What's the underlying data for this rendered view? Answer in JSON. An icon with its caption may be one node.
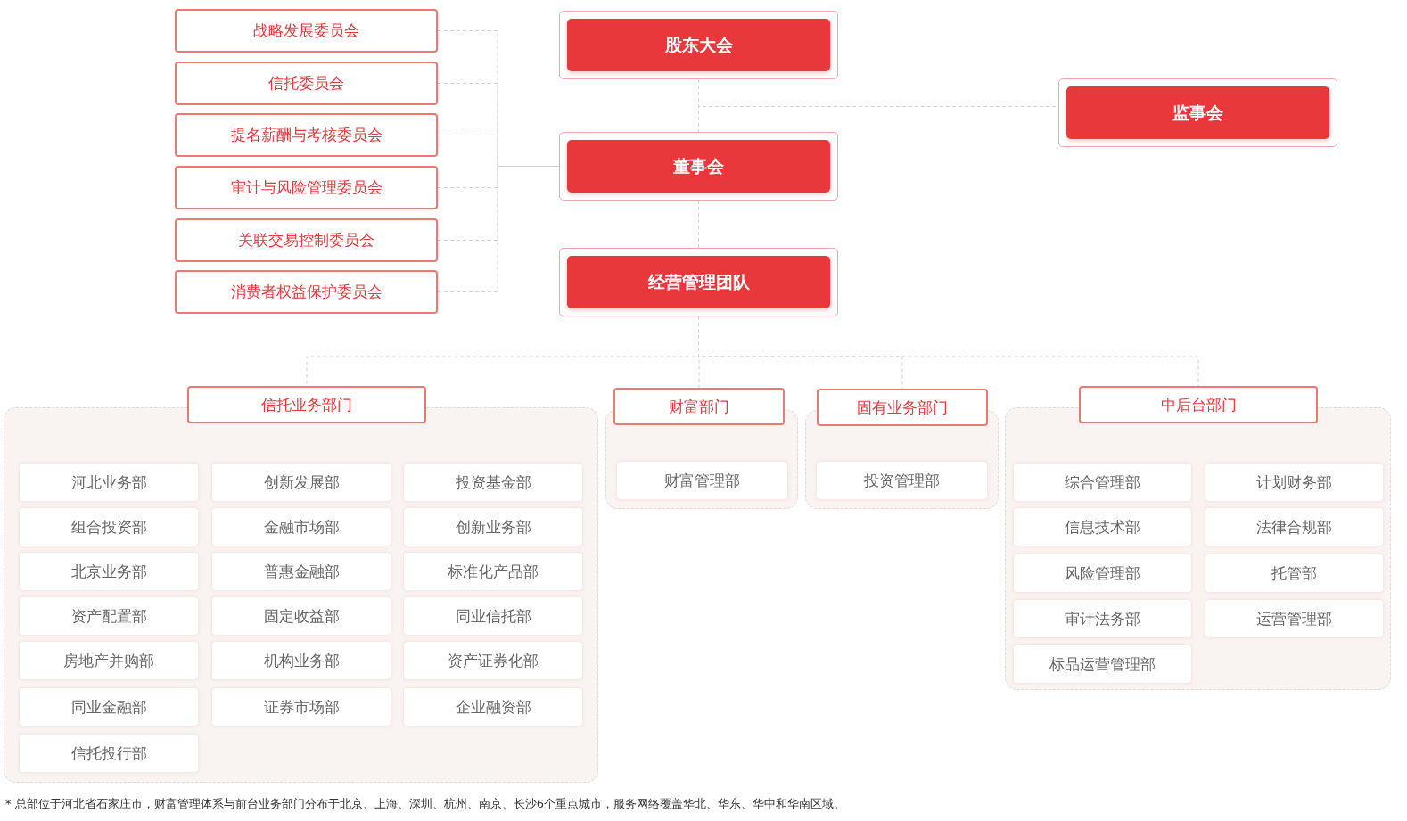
{
  "diagram": {
    "caption": "* 总部位于河北省石家庄市，财富管理体系与前台业务部门分布于北京、上海、深圳、杭州、南京、长沙6个重点城市，服务网络覆盖华北、华东、华中和华南区域。",
    "nodes": [
      {
        "text": [
          "股东大会"
        ]
      },
      {
        "text": [
          "董事会"
        ]
      },
      {
        "text": [
          "经营管理团队"
        ]
      },
      {
        "text": [
          "监事会"
        ]
      },
      {
        "text": [
          "战略发展委员会"
        ]
      },
      {
        "text": [
          "信托委员会"
        ]
      },
      {
        "text": [
          "提名薪酬与考核委员会"
        ]
      },
      {
        "text": [
          "审计与风险管理委员会"
        ]
      },
      {
        "text": [
          "关联交易控制委员会"
        ]
      },
      {
        "text": [
          "消费者权益保护委员会"
        ]
      },
      {
        "text": [
          "信托业务部门"
        ]
      },
      {
        "text": [
          "河北业务部"
        ],
        "in": 10
      },
      {
        "text": [
          "创新发展部"
        ],
        "in": 10
      },
      {
        "text": [
          "投资基金部"
        ],
        "in": 10
      },
      {
        "text": [
          "组合投资部"
        ],
        "in": 10
      },
      {
        "text": [
          "金融市场部"
        ],
        "in": 10
      },
      {
        "text": [
          "创新业务部"
        ],
        "in": 10
      },
      {
        "text": [
          "北京业务部"
        ],
        "in": 10
      },
      {
        "text": [
          "普惠金融部"
        ],
        "in": 10
      },
      {
        "text": [
          "标准化产品部"
        ],
        "in": 10
      },
      {
        "text": [
          "资产配置部"
        ],
        "in": 10
      },
      {
        "text": [
          "固定收益部"
        ],
        "in": 10
      },
      {
        "text": [
          "同业信托部"
        ],
        "in": 10
      },
      {
        "text": [
          "房地产并购部"
        ],
        "in": 10
      },
      {
        "text": [
          "机构业务部"
        ],
        "in": 10
      },
      {
        "text": [
          "资产证券化部"
        ],
        "in": 10
      },
      {
        "text": [
          "同业金融部"
        ],
        "in": 10
      },
      {
        "text": [
          "证券市场部"
        ],
        "in": 10
      },
      {
        "text": [
          "企业融资部"
        ],
        "in": 10
      },
      {
        "text": [
          "信托投行部"
        ],
        "in": 10
      },
      {
        "text": [
          "财富部门"
        ]
      },
      {
        "text": [
          "财富管理部"
        ],
        "in": 30
      },
      {
        "text": [
          "固有业务部门"
        ]
      },
      {
        "text": [
          "投资管理部"
        ],
        "in": 32
      },
      {
        "text": [
          "中后台部门"
        ]
      },
      {
        "text": [
          "综合管理部"
        ],
        "in": 34
      },
      {
        "text": [
          "计划财务部"
        ],
        "in": 34
      },
      {
        "text": [
          "信息技术部"
        ],
        "in": 34
      },
      {
        "text": [
          "法律合规部"
        ],
        "in": 34
      },
      {
        "text": [
          "风险管理部"
        ],
        "in": 34
      },
      {
        "text": [
          "托管部"
        ],
        "in": 34
      },
      {
        "text": [
          "审计法务部"
        ],
        "in": 34
      },
      {
        "text": [
          "运营管理部"
        ],
        "in": 34
      },
      {
        "text": [
          "标品运营管理部"
        ],
        "in": 34
      }
    ],
    "edges": [
      {
        "from": 0,
        "to": 1,
        "arrow": "none",
        "style": "dashed"
      },
      {
        "from": 0,
        "to": 3,
        "arrow": "none",
        "style": "dashed"
      },
      {
        "from": 4,
        "to": 1,
        "arrow": "none",
        "style": "dashed"
      },
      {
        "from": 5,
        "to": 1,
        "arrow": "none",
        "style": "dashed"
      },
      {
        "from": 6,
        "to": 1,
        "arrow": "none",
        "style": "dashed"
      },
      {
        "from": 7,
        "to": 1,
        "arrow": "none",
        "style": "dashed"
      },
      {
        "from": 8,
        "to": 1,
        "arrow": "none",
        "style": "dashed"
      },
      {
        "from": 9,
        "to": 1,
        "arrow": "none",
        "style": "dashed"
      },
      {
        "from": 1,
        "to": 2,
        "arrow": "none",
        "style": "dashed"
      },
      {
        "from": 2,
        "to": 10,
        "arrow": "none",
        "style": "dashed"
      },
      {
        "from": 2,
        "to": 30,
        "arrow": "none",
        "style": "dashed"
      },
      {
        "from": 2,
        "to": 32,
        "arrow": "none",
        "style": "dashed"
      },
      {
        "from": 2,
        "to": 34,
        "arrow": "none",
        "style": "dashed"
      }
    ]
  }
}
